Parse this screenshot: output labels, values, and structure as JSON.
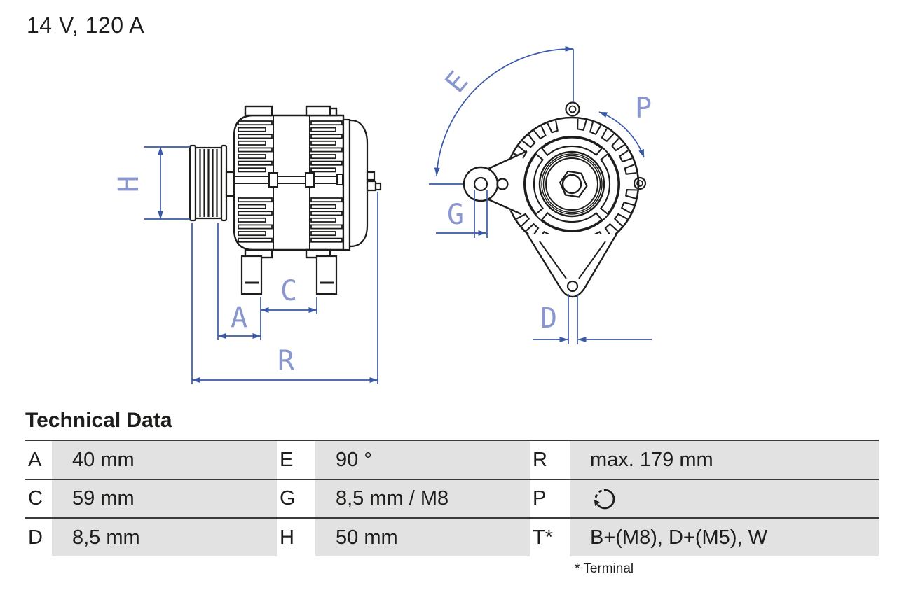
{
  "title": "14 V, 120 A",
  "diagram": {
    "side_view": "alternator-side-view",
    "front_view": "alternator-front-view",
    "labels": {
      "H": "H",
      "A": "A",
      "C": "C",
      "R": "R",
      "E": "E",
      "G": "G",
      "D": "D",
      "P": "P"
    },
    "colors": {
      "drawing_line": "#1d1d1b",
      "dimension_line": "#3a5aa8",
      "dimension_label": "#8a97cf"
    }
  },
  "table": {
    "heading": "Technical Data",
    "rows": [
      [
        {
          "key": "A",
          "value": "40 mm"
        },
        {
          "key": "E",
          "value": "90 °"
        },
        {
          "key": "R",
          "value": "max. 179 mm"
        }
      ],
      [
        {
          "key": "C",
          "value": "59 mm"
        },
        {
          "key": "G",
          "value": "8,5 mm / M8"
        },
        {
          "key": "P",
          "value": "",
          "icon": "clockwise-rotation-icon"
        }
      ],
      [
        {
          "key": "D",
          "value": "8,5 mm"
        },
        {
          "key": "H",
          "value": "50 mm"
        },
        {
          "key": "T*",
          "value": "B+(M8), D+(M5), W"
        }
      ]
    ],
    "footnote": "* Terminal",
    "cell_background": "#e2e2e2"
  }
}
